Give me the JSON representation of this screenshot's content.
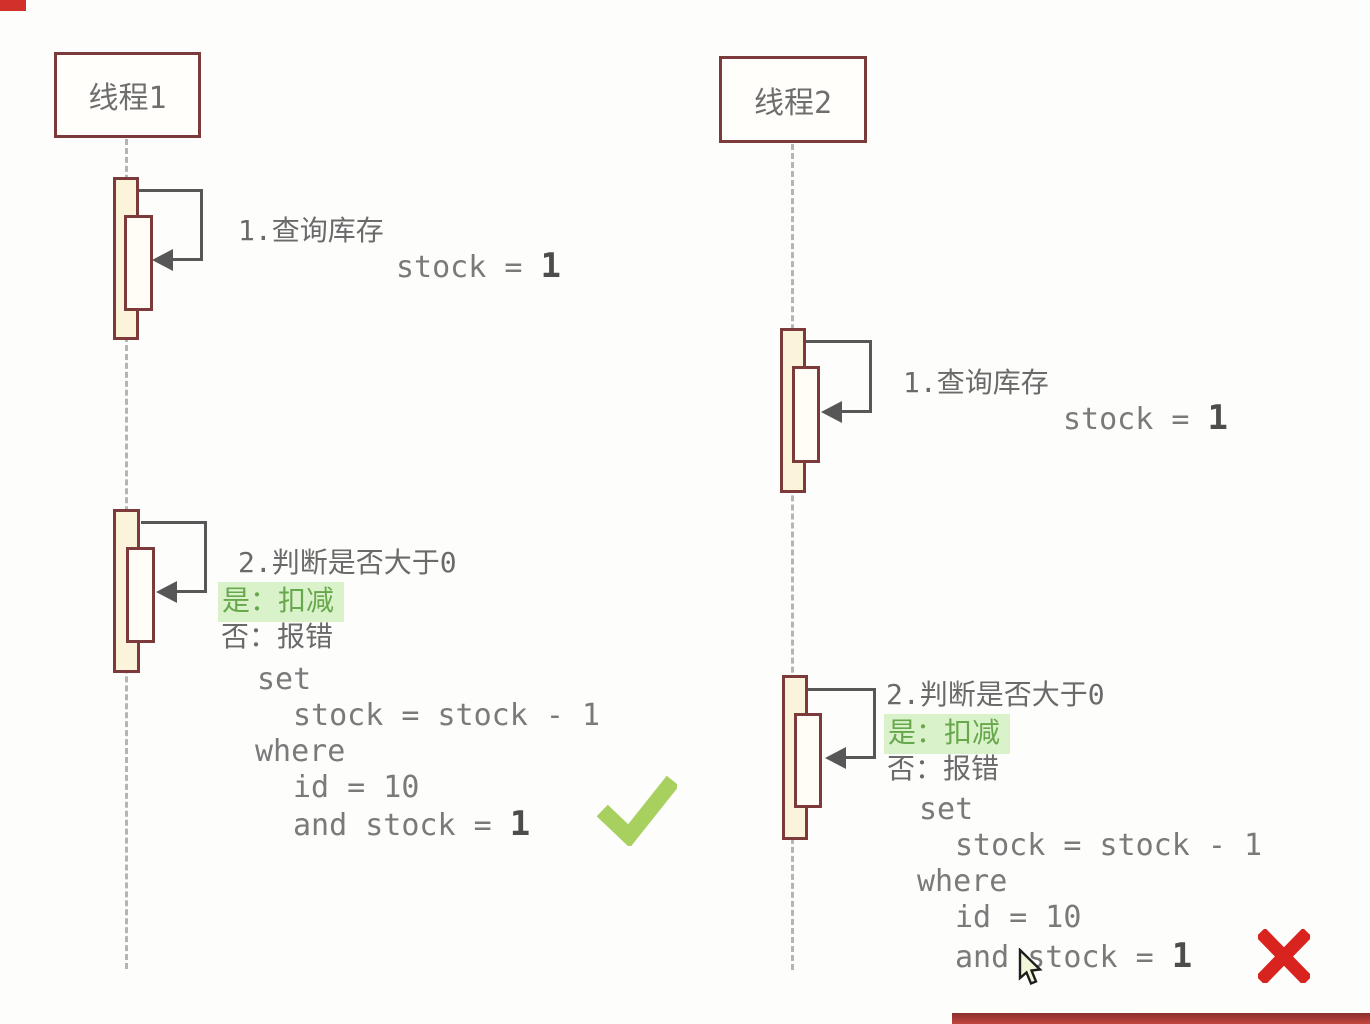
{
  "threads": [
    {
      "label": "线程1",
      "step1": {
        "title": "1.查询库存",
        "code_prefix": "stock = ",
        "code_value": "1"
      },
      "step2": {
        "title": "2.判断是否大于0",
        "yes_label": "是：扣减",
        "no_label": "否：报错",
        "sql_set": "set",
        "sql_assign": "stock = stock - 1",
        "sql_where": "where",
        "sql_cond1": "id = 10",
        "sql_cond2_prefix": "and stock = ",
        "sql_cond2_value": "1",
        "result": "success"
      }
    },
    {
      "label": "线程2",
      "step1": {
        "title": "1.查询库存",
        "code_prefix": "stock = ",
        "code_value": "1"
      },
      "step2": {
        "title": "2.判断是否大于0",
        "yes_label": "是：扣减",
        "no_label": "否：报错",
        "sql_set": "set",
        "sql_assign": "stock = stock - 1",
        "sql_where": "where",
        "sql_cond1": "id = 10",
        "sql_cond2_prefix": "and stock = ",
        "sql_cond2_value": "1",
        "result": "failure"
      }
    }
  ],
  "icons": {
    "check": "check-icon",
    "cross": "cross-icon",
    "cursor": "mouse-cursor-icon"
  },
  "colors": {
    "box_border": "#7c3a3a",
    "activation_fill": "#fbf3da",
    "activation_inner_fill": "#fffdf5",
    "lifeline": "#b5b5b5",
    "arrow": "#575757",
    "text": "#6a6a6a",
    "code_text": "#7a7a7a",
    "bold_value": "#4d4d4d",
    "highlight_bg": "#daf2ca",
    "highlight_text": "#67a84c",
    "check_green": "#a7d05f",
    "cross_red": "#d8231f",
    "bottom_bar_red": "#a83a35",
    "corner_mark_red": "#d1312a"
  }
}
